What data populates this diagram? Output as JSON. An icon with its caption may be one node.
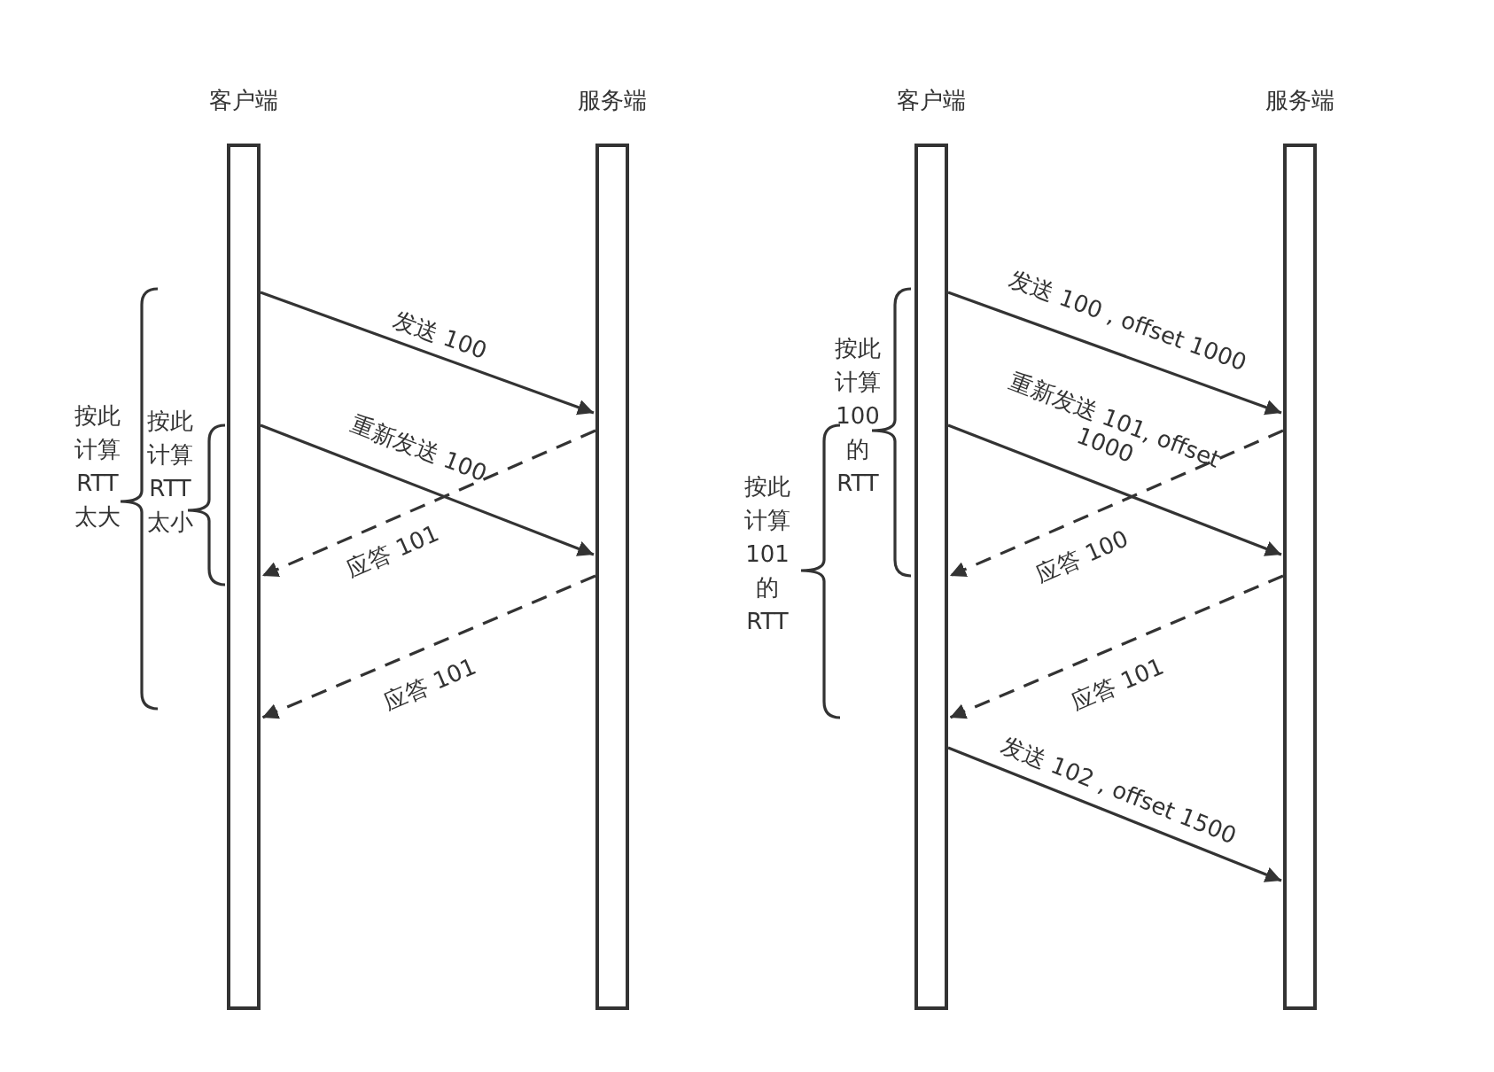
{
  "diagram": {
    "nodes": [
      {
        "text": [
          "客户端"
        ]
      },
      {
        "text": [
          "服务端"
        ]
      },
      {
        "text": [
          "客户端"
        ]
      },
      {
        "text": [
          "服务端"
        ]
      }
    ],
    "edges": [
      {
        "from": 0,
        "to": 1,
        "arrow": "to",
        "label": "发送 100"
      },
      {
        "from": 0,
        "to": 1,
        "arrow": "to",
        "label": "重新发送 100"
      },
      {
        "from": 1,
        "to": 0,
        "arrow": "to",
        "style": "dashed",
        "label": "应答 101"
      },
      {
        "from": 1,
        "to": 0,
        "arrow": "to",
        "style": "dashed",
        "label": "应答 101"
      },
      {
        "from": 2,
        "to": 3,
        "arrow": "to",
        "label": "发送 100 , offset 1000"
      },
      {
        "from": 2,
        "to": 3,
        "arrow": "to",
        "label": "重新发送 101, offset 1000"
      },
      {
        "from": 3,
        "to": 2,
        "arrow": "to",
        "style": "dashed",
        "label": "应答 100"
      },
      {
        "from": 3,
        "to": 2,
        "arrow": "to",
        "style": "dashed",
        "label": "应答 101"
      },
      {
        "from": 2,
        "to": 3,
        "arrow": "to",
        "label": "发送 102 , offset 1500"
      }
    ],
    "labels": [
      "按此计算RTT太大",
      "按此计算RTT太小",
      "按此计算100的RTT",
      "按此计算101的RTT"
    ]
  }
}
